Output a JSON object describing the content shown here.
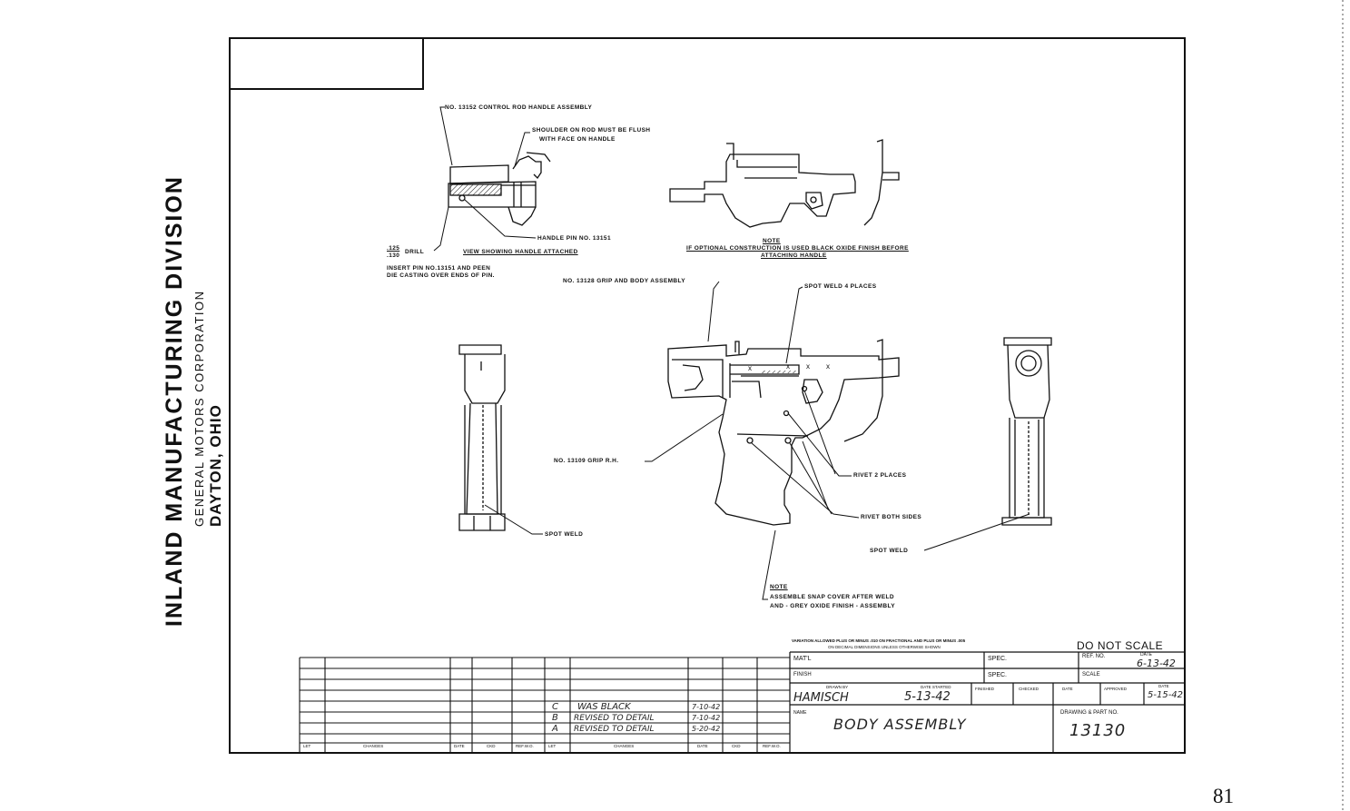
{
  "company": {
    "division": "INLAND MANUFACTURING DIVISION",
    "parent": "GENERAL MOTORS CORPORATION",
    "location": "DAYTON, OHIO"
  },
  "callouts": {
    "control_rod": "NO. 13152 CONTROL ROD HANDLE ASSEMBLY",
    "shoulder_1": "SHOULDER ON ROD MUST BE FLUSH",
    "shoulder_2": "WITH FACE ON HANDLE",
    "handle_pin": "HANDLE PIN NO. 13151",
    "drill_num": ".125",
    "drill_den": ".130",
    "drill_word": "DRILL",
    "view_title": "VIEW SHOWING HANDLE ATTACHED",
    "insert_1": "INSERT PIN NO.13151 AND PEEN",
    "insert_2": "DIE CASTING OVER ENDS OF PIN.",
    "note1_head": "NOTE",
    "note1_line1": "IF OPTIONAL CONSTRUCTION IS USED BLACK OXIDE FINISH BEFORE",
    "note1_line2": "ATTACHING HANDLE",
    "grip_body": "NO. 13128 GRIP AND BODY ASSEMBLY",
    "spot_weld_4": "SPOT WELD 4 PLACES",
    "grip_rh": "NO. 13109 GRIP R.H.",
    "rivet_2": "RIVET 2 PLACES",
    "rivet_both": "RIVET BOTH SIDES",
    "spot_weld_left": "SPOT WELD",
    "spot_weld_right": "SPOT WELD",
    "note2_head": "NOTE",
    "note2_line1": "ASSEMBLE SNAP COVER AFTER WELD",
    "note2_line2": "AND - GREY OXIDE FINISH - ASSEMBLY"
  },
  "tolerance": {
    "line1": "VARIATION ALLOWED PLUS OR MINUS .010 ON FRACTIONAL AND PLUS OR MINUS .005",
    "line2": "ON DECIMAL DIMENSIONS UNLESS OTHERWISE SHOWN"
  },
  "title_block": {
    "do_not_scale": "DO NOT SCALE",
    "matl_label": "MAT'L",
    "spec_label": "SPEC.",
    "ref_no_label": "REF. NO.",
    "date_label": "DATE",
    "date_value": "6-13-42",
    "finish_label": "FINISH",
    "spec_label_2": "SPEC.",
    "scale_label": "SCALE",
    "drawn_by_label": "DRAWN BY",
    "drawn_by_value": "HAMISCH",
    "date_started_label": "DATE STARTED",
    "date_started_value": "5-13-42",
    "finished_label": "FINISHED",
    "checked_label": "CHECKED",
    "date_label_2": "DATE",
    "approved_label": "APPROVED",
    "date_label_3": "DATE",
    "approved_date_value": "5-15-42",
    "name_label": "NAME",
    "name_value": "BODY ASSEMBLY",
    "drawing_no_label": "DRAWING & PART NO.",
    "drawing_no_value": "13130"
  },
  "revisions": {
    "rows": [
      {
        "letter": "C",
        "change": "WAS BLACK",
        "date": "7-10-42"
      },
      {
        "letter": "B",
        "change": "REVISED TO DETAIL",
        "date": "7-10-42"
      },
      {
        "letter": "A",
        "change": "REVISED TO DETAIL",
        "date": "5-20-42"
      }
    ],
    "footer": [
      "LET",
      "CHANGES",
      "DATE",
      "CKD",
      "REF.W.O.",
      "LET",
      "CHANGES",
      "DATE",
      "CKD",
      "REF.W.O."
    ]
  },
  "page_number": "81"
}
